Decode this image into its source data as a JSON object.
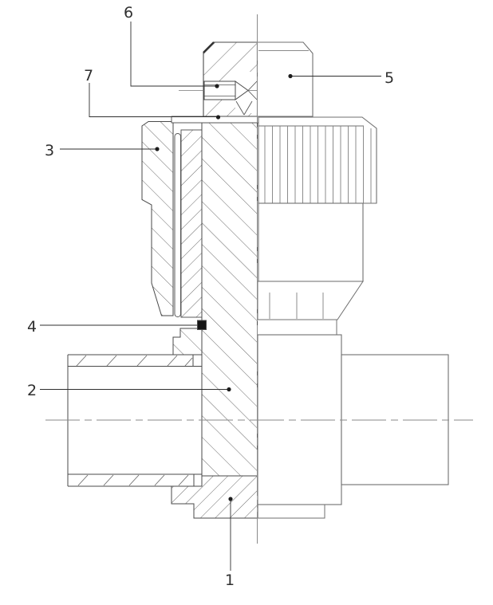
{
  "drawing": {
    "background": "#ffffff",
    "colors": {
      "outline": "#4a4a4a",
      "side_view_outline": "#6f6f6f",
      "hatch": "#6a6a6a",
      "centerline": "#8a8a8a",
      "leader": "#2f2f2f",
      "label_text": "#2f2f2f",
      "oring_fill": "#151515"
    },
    "callouts": [
      {
        "label": "1"
      },
      {
        "label": "2"
      },
      {
        "label": "3"
      },
      {
        "label": "4"
      },
      {
        "label": "5"
      },
      {
        "label": "6"
      },
      {
        "label": "7"
      }
    ]
  }
}
